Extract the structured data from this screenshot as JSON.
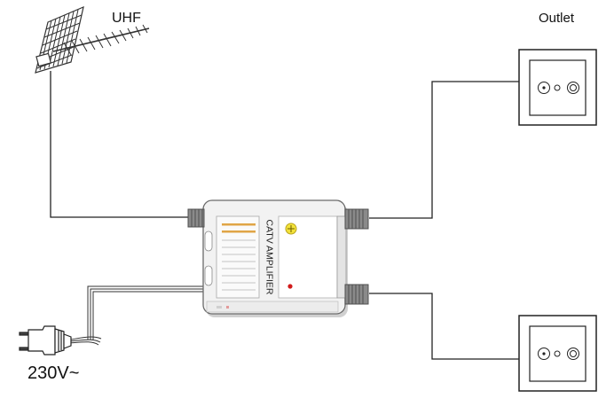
{
  "labels": {
    "antenna": "UHF",
    "outlet": "Outlet",
    "power": "230V~",
    "amplifier": "CATV AMPLIFIER"
  },
  "colors": {
    "wire": "#222222",
    "device_body": "#f2f2f2",
    "connector": "#7a7a7a",
    "led": "#d11a1a",
    "fuse": "#f3e23a",
    "vent_stripe": "#e0a546"
  },
  "icons": [
    "uhf-antenna-icon",
    "power-plug-icon",
    "wall-outlet-icon",
    "catv-amplifier-icon"
  ]
}
